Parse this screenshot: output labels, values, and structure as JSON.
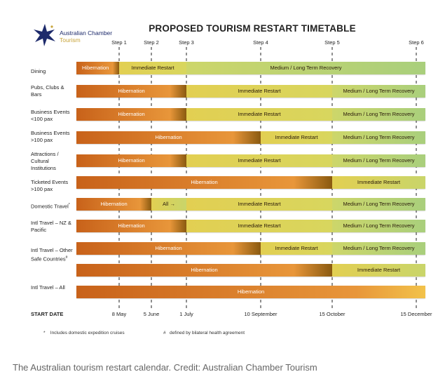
{
  "logo": {
    "line1": "Australian Chamber",
    "line2": "Tourism"
  },
  "title": "PROPOSED TOURISM RESTART TIMETABLE",
  "steps": [
    "Step 1",
    "Step 2",
    "Step 3",
    "Step 4",
    "Step 5",
    "Step 6"
  ],
  "start_date_label": "START DATE",
  "dates": [
    "8 May",
    "5 June",
    "1 July",
    "10 September",
    "15 October",
    "15 December"
  ],
  "rows": [
    {
      "label": "Dining",
      "bars": [
        {
          "segments": [
            {
              "text": "Hibernation",
              "phase": "hibernation",
              "end": 1
            },
            {
              "text": "Immediate Restart",
              "phase": "immediate",
              "end": 3
            },
            {
              "text": "Medium / Long Term Recovery",
              "phase": "recovery",
              "end": 6
            }
          ]
        }
      ]
    },
    {
      "label": "Pubs, Clubs & Bars",
      "bars": [
        {
          "segments": [
            {
              "text": "Hibernation",
              "phase": "hibernation",
              "end": 3
            },
            {
              "text": "Immediate Restart",
              "phase": "immediate",
              "end": 5
            },
            {
              "text": "Medium / Long Term Recovery",
              "phase": "recovery",
              "end": 6
            }
          ]
        }
      ]
    },
    {
      "label": "Business Events <100 pax",
      "bars": [
        {
          "segments": [
            {
              "text": "Hibernation",
              "phase": "hibernation",
              "end": 3
            },
            {
              "text": "Immediate Restart",
              "phase": "immediate",
              "end": 5
            },
            {
              "text": "Medium / Long Term Recovery",
              "phase": "recovery",
              "end": 6
            }
          ]
        }
      ]
    },
    {
      "label": "Business Events >100 pax",
      "bars": [
        {
          "segments": [
            {
              "text": "Hibernation",
              "phase": "hibernation",
              "end": 4
            },
            {
              "text": "Immediate Restart",
              "phase": "immediate",
              "end": 5
            },
            {
              "text": "Medium / Long Term Recovery",
              "phase": "recovery",
              "end": 6
            }
          ]
        }
      ]
    },
    {
      "label": "Attractions / Cultural Institutions",
      "bars": [
        {
          "segments": [
            {
              "text": "Hibernation",
              "phase": "hibernation",
              "end": 3
            },
            {
              "text": "Immediate Restart",
              "phase": "immediate",
              "end": 5
            },
            {
              "text": "Medium / Long Term Recovery",
              "phase": "recovery",
              "end": 6
            }
          ]
        }
      ]
    },
    {
      "label": "Ticketed Events >100 pax",
      "bars": [
        {
          "segments": [
            {
              "text": "Hibernation",
              "phase": "hibernation",
              "end": 5
            },
            {
              "text": "Immediate Restart",
              "phase": "immediate",
              "end": 6
            }
          ]
        }
      ]
    },
    {
      "label": "Domestic Travel",
      "label_sup": "*",
      "bars": [
        {
          "segments": [
            {
              "text": "Hibernation",
              "phase": "hibernation",
              "end": 2
            },
            {
              "text": "All →",
              "phase": "immediate",
              "end": 3
            },
            {
              "text": "Immediate Restart",
              "phase": "immediate",
              "end": 5
            },
            {
              "text": "Medium / Long Term Recovery",
              "phase": "recovery",
              "end": 6
            }
          ]
        }
      ]
    },
    {
      "label": "Intl Travel – NZ & Pacific",
      "bars": [
        {
          "segments": [
            {
              "text": "Hibernation",
              "phase": "hibernation",
              "end": 3
            },
            {
              "text": "Immediate Restart",
              "phase": "immediate",
              "end": 5
            },
            {
              "text": "Medium / Long Term Recovery",
              "phase": "recovery",
              "end": 6
            }
          ]
        }
      ]
    },
    {
      "label": "Intl Travel – Other Safe Countries",
      "label_sup": "#",
      "bars": [
        {
          "segments": [
            {
              "text": "Hibernation",
              "phase": "hibernation",
              "end": 4
            },
            {
              "text": "Immediate Restart",
              "phase": "immediate",
              "end": 5
            },
            {
              "text": "Medium / Long Term Recovery",
              "phase": "recovery",
              "end": 6
            }
          ]
        },
        {
          "segments": [
            {
              "text": "Hibernation",
              "phase": "hibernation",
              "end": 5
            },
            {
              "text": "Immediate Restart",
              "phase": "immediate",
              "end": 6
            }
          ]
        }
      ]
    },
    {
      "label": "Intl Travel – All",
      "bars": [
        {
          "segments": [
            {
              "text": "Hibernation",
              "phase": "hibernation",
              "end": 6
            }
          ]
        }
      ]
    }
  ],
  "footnotes": [
    {
      "mark": "*",
      "text": "Includes domestic expedition cruises"
    },
    {
      "mark": "#",
      "text": "defined by bilateral health agreement"
    }
  ],
  "caption": "The Australian tourism restart calendar. Credit: Australian Chamber Tourism",
  "colors": {
    "hibernation": "#c8621a",
    "hibernation_light": "#e8963a",
    "immediate": "#e2cf52",
    "recovery": "#a9cf7c",
    "logo_star": "#1d2a6b",
    "logo_accent": "#c8a43a"
  }
}
